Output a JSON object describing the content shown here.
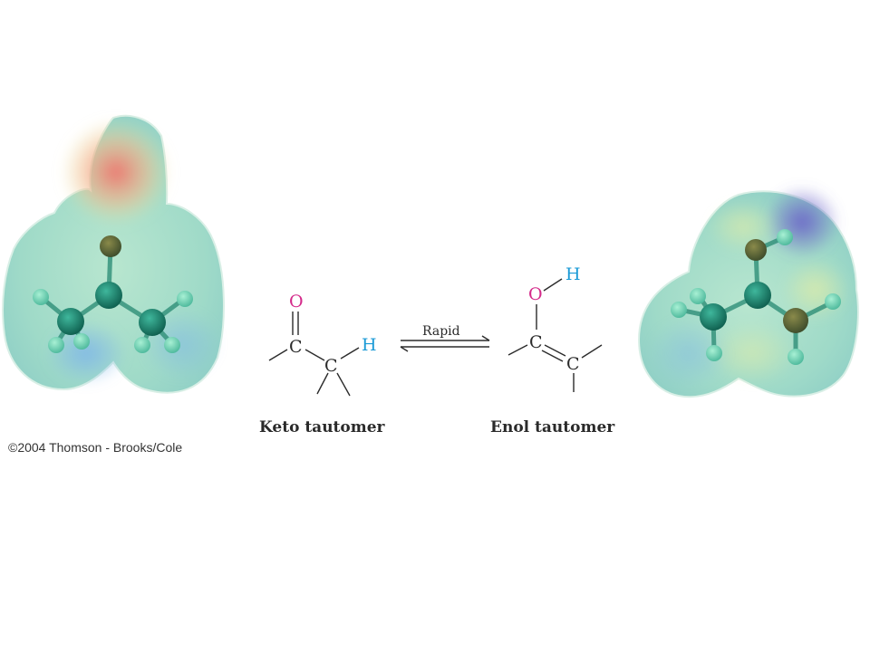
{
  "figure": {
    "keto_label": "Keto tautomer",
    "enol_label": "Enol tautomer",
    "arrow_label": "Rapid",
    "copyright": "©2004 Thomson - Brooks/Cole"
  },
  "keto": {
    "oxygen": "O",
    "carbonyl_carbon": "C",
    "alpha_carbon": "C",
    "hydrogen": "H"
  },
  "enol": {
    "oxygen": "O",
    "hydrogen": "H",
    "carbon1": "C",
    "carbon2": "C"
  },
  "colors": {
    "oxygen": "#d42a8a",
    "hydrogen": "#1b9ad6",
    "bond": "#2b2b2b",
    "caption": "#2a2a2a"
  },
  "icons": [
    "keto-electrostatic-potential-map",
    "enol-electrostatic-potential-map",
    "equilibrium-arrows-icon"
  ]
}
